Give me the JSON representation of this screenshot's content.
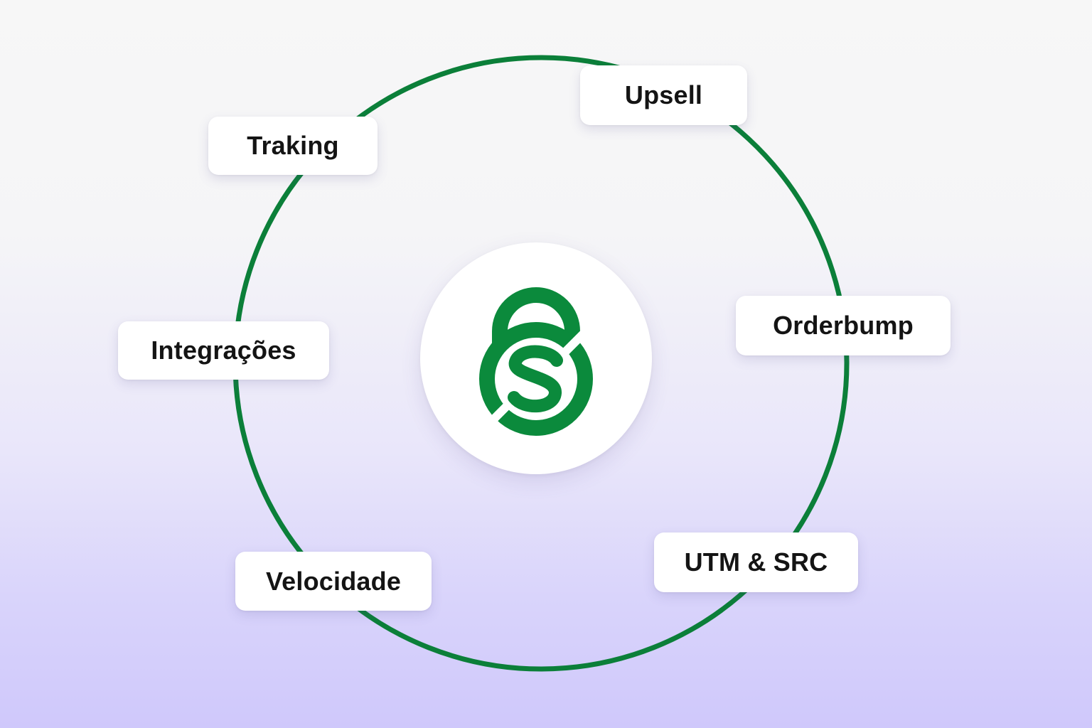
{
  "colors": {
    "accent_green": "#0b8a3c",
    "node_background": "#ffffff",
    "text": "#141414"
  },
  "center": {
    "icon": "padlock-s-logo-icon"
  },
  "nodes": [
    {
      "label": "Upsell"
    },
    {
      "label": "Traking"
    },
    {
      "label": "Orderbump"
    },
    {
      "label": "Integrações"
    },
    {
      "label": "UTM & SRC"
    },
    {
      "label": "Velocidade"
    }
  ]
}
